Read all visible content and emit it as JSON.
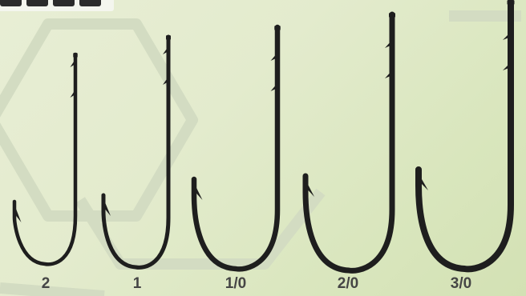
{
  "hooks": [
    {
      "size_label": "2"
    },
    {
      "size_label": "1"
    },
    {
      "size_label": "1/0"
    },
    {
      "size_label": "2/0"
    },
    {
      "size_label": "3/0"
    }
  ],
  "colors": {
    "background": "#e3ebcd",
    "hook": "#1e1e1e",
    "label": "#454545",
    "pattern": "#cfd8bd"
  }
}
